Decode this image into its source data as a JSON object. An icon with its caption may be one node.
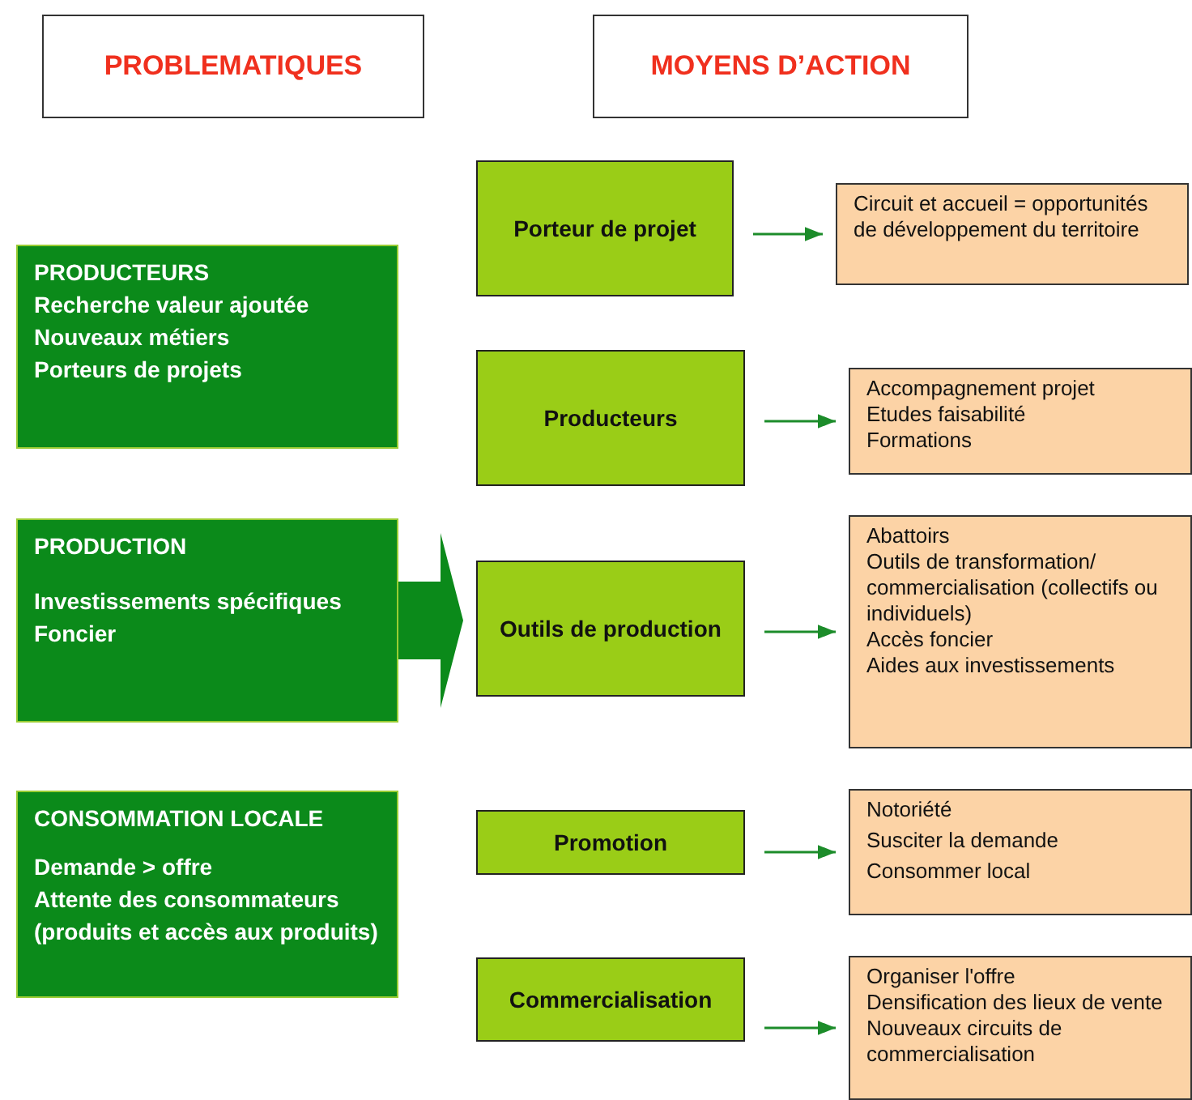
{
  "diagram": {
    "nodes": [
      {
        "text": [
          "PROBLEMATIQUES"
        ]
      },
      {
        "text": [
          "MOYENS D’ACTION"
        ]
      },
      {
        "text": [
          "PRODUCTEURS",
          "Recherche valeur ajoutée",
          "Nouveaux métiers",
          "Porteurs de projets"
        ]
      },
      {
        "text": [
          "PRODUCTION",
          "Investissements spécifiques",
          "Foncier"
        ]
      },
      {
        "text": [
          "CONSOMMATION LOCALE",
          "Demande > offre",
          "Attente des consommateurs (produits et accès aux produits)"
        ]
      },
      {
        "text": [
          "Porteur de projet"
        ]
      },
      {
        "text": [
          "Circuit et accueil = opportunités de développement du territoire"
        ]
      },
      {
        "text": [
          "Producteurs"
        ]
      },
      {
        "text": [
          "Accompagnement projet",
          "Etudes faisabilité",
          "Formations"
        ]
      },
      {
        "text": [
          "Outils de production"
        ]
      },
      {
        "text": [
          "Abattoirs",
          "Outils de transformation/ commercialisation (collectifs ou individuels)",
          "Accès foncier",
          "Aides aux investissements"
        ]
      },
      {
        "text": [
          "Promotion"
        ]
      },
      {
        "text": [
          "Notoriété",
          "Susciter la demande",
          "Consommer local"
        ]
      },
      {
        "text": [
          "Commercialisation"
        ]
      },
      {
        "text": [
          "Organiser l'offre",
          "Densification des lieux de vente",
          "Nouveaux circuits de commercialisation"
        ]
      }
    ],
    "edges": [
      {
        "from": 3,
        "to": 9,
        "arrow": "to",
        "style": "thick"
      },
      {
        "from": 5,
        "to": 6,
        "arrow": "to"
      },
      {
        "from": 7,
        "to": 8,
        "arrow": "to"
      },
      {
        "from": 9,
        "to": 10,
        "arrow": "to"
      },
      {
        "from": 11,
        "to": 12,
        "arrow": "to"
      },
      {
        "from": 13,
        "to": 14,
        "arrow": "to"
      }
    ]
  }
}
